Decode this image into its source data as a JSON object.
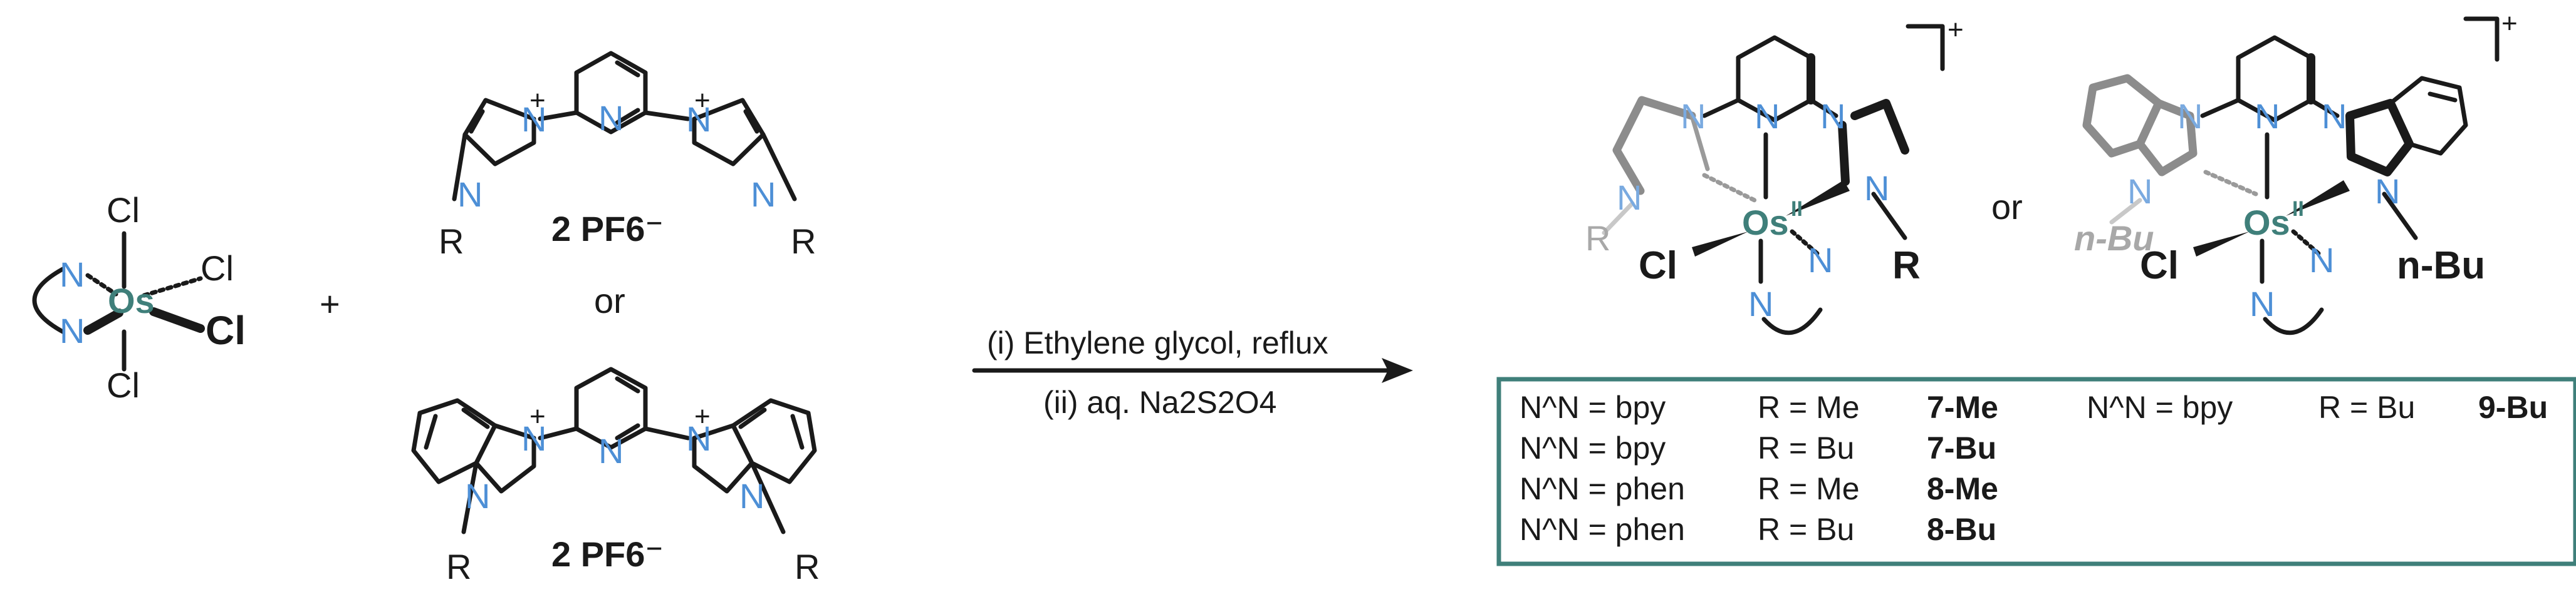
{
  "atoms": {
    "N": "N",
    "Cl": "Cl",
    "Os": "Os",
    "R": "R",
    "plus": "+",
    "oxidation": "II",
    "nbu": "n-Bu"
  },
  "counterion": "2 PF6⁻",
  "or_text": "or",
  "plus_sign": "+",
  "conditions": {
    "step1": "(i) Ethylene glycol, reflux",
    "step2": "(ii) aq. Na2S2O4"
  },
  "table": {
    "rows": [
      {
        "nn": "N^N = bpy",
        "r": "R = Me",
        "id": "7-Me"
      },
      {
        "nn": "N^N = bpy",
        "r": "R = Bu",
        "id": "7-Bu"
      },
      {
        "nn": "N^N = phen",
        "r": "R = Me",
        "id": "8-Me"
      },
      {
        "nn": "N^N = phen",
        "r": "R = Bu",
        "id": "8-Bu"
      }
    ],
    "side": {
      "nn": "N^N = bpy",
      "r": "R = Bu",
      "id": "9-Bu"
    }
  },
  "colors": {
    "nitrogen": "#4d8fd6",
    "osmium": "#3f7f7a",
    "box_border": "#3f7f7a"
  }
}
